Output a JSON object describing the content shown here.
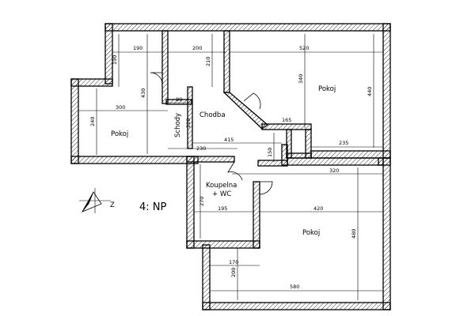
{
  "plan": {
    "floor_label": "4: NP",
    "rooms": {
      "pokoj_west": "Pokoj",
      "pokoj_northeast": "Pokoj",
      "pokoj_south": "Pokoj",
      "chodba": "Chodba",
      "schody": "Schody",
      "koupelna_line1": "Koupelna",
      "koupelna_line2": "+ WC"
    },
    "dimensions": {
      "d190": "190",
      "d200": "200",
      "d520": "520",
      "d190v": "190",
      "d210v": "210",
      "d340v": "340",
      "d440v": "440",
      "d430v": "430",
      "d80": "80",
      "d300": "300",
      "d240v": "240",
      "d220v": "220",
      "d165": "165",
      "d415": "415",
      "d230": "230",
      "d150v": "150",
      "d235": "235",
      "d320": "320",
      "d270v": "270",
      "d195": "195",
      "d420": "420",
      "d480v": "480",
      "d170": "170",
      "d200v": "200",
      "d580": "580"
    },
    "compass_letter": "Z",
    "compass_icon": "north-arrow-icon"
  }
}
